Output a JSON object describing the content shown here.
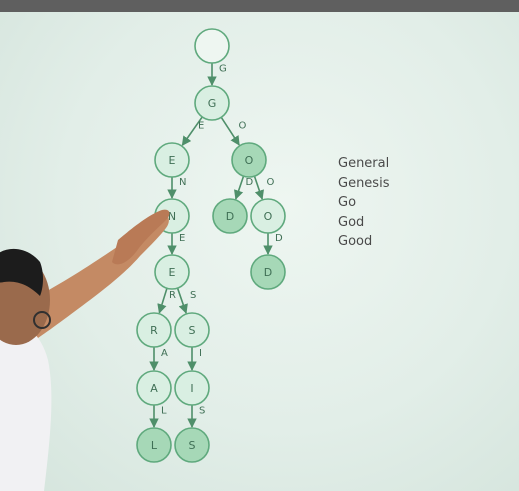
{
  "trie": {
    "nodes": [
      {
        "id": "root",
        "label": "",
        "terminal": false
      },
      {
        "id": "g",
        "label": "G",
        "terminal": false
      },
      {
        "id": "ge",
        "label": "E",
        "terminal": false
      },
      {
        "id": "go",
        "label": "O",
        "terminal": true
      },
      {
        "id": "gen",
        "label": "N",
        "terminal": false
      },
      {
        "id": "god",
        "label": "D",
        "terminal": true
      },
      {
        "id": "goo",
        "label": "O",
        "terminal": false
      },
      {
        "id": "gene",
        "label": "E",
        "terminal": false
      },
      {
        "id": "good",
        "label": "D",
        "terminal": true
      },
      {
        "id": "gener",
        "label": "R",
        "terminal": false
      },
      {
        "id": "genes",
        "label": "S",
        "terminal": false
      },
      {
        "id": "genera",
        "label": "A",
        "terminal": false
      },
      {
        "id": "genesi",
        "label": "I",
        "terminal": false
      },
      {
        "id": "general",
        "label": "L",
        "terminal": true
      },
      {
        "id": "genesis",
        "label": "S",
        "terminal": true
      }
    ],
    "edges": [
      {
        "from": "root",
        "to": "g",
        "label": "G"
      },
      {
        "from": "g",
        "to": "ge",
        "label": "E"
      },
      {
        "from": "g",
        "to": "go",
        "label": "O"
      },
      {
        "from": "ge",
        "to": "gen",
        "label": "N"
      },
      {
        "from": "go",
        "to": "god",
        "label": "D"
      },
      {
        "from": "go",
        "to": "goo",
        "label": "O"
      },
      {
        "from": "gen",
        "to": "gene",
        "label": "E"
      },
      {
        "from": "goo",
        "to": "good",
        "label": "D"
      },
      {
        "from": "gene",
        "to": "gener",
        "label": "R"
      },
      {
        "from": "gene",
        "to": "genes",
        "label": "S"
      },
      {
        "from": "gener",
        "to": "genera",
        "label": "A"
      },
      {
        "from": "genes",
        "to": "genesi",
        "label": "I"
      },
      {
        "from": "genera",
        "to": "general",
        "label": "L"
      },
      {
        "from": "genesi",
        "to": "genesis",
        "label": "S"
      }
    ]
  },
  "word_list": [
    "General",
    "Genesis",
    "Go",
    "God",
    "Good"
  ],
  "colors": {
    "node_stroke": "#5fa97d",
    "node_fill": "#d9efe2",
    "terminal_fill": "#a6d8b7",
    "edge": "#4f8f6a",
    "text": "#3f6f55",
    "word_text": "#4a4a4a",
    "background": "#dfece6"
  }
}
